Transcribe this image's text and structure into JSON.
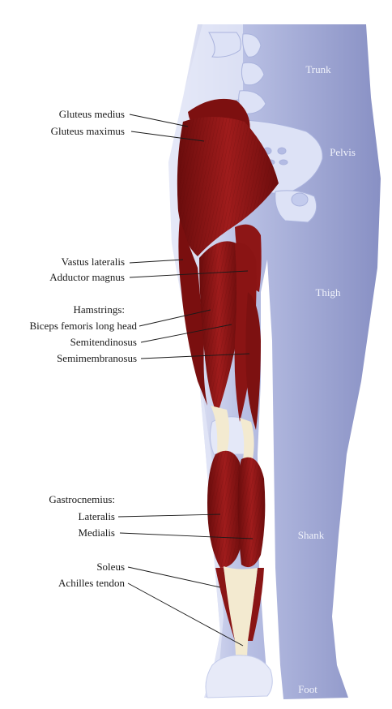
{
  "regions": {
    "trunk": "Trunk",
    "pelvis": "Pelvis",
    "thigh": "Thigh",
    "shank": "Shank",
    "foot": "Foot"
  },
  "labels": {
    "gluteus_medius": "Gluteus medius",
    "gluteus_maximus": "Gluteus maximus",
    "vastus_lateralis": "Vastus lateralis",
    "adductor_magnus": "Adductor magnus",
    "hamstrings": "Hamstrings:",
    "biceps_femoris": "Biceps femoris long head",
    "semitendinosus": "Semitendinosus",
    "semimembranosus": "Semimembranosus",
    "gastrocnemius": "Gastrocnemius:",
    "lateralis": "Lateralis",
    "medialis": "Medialis",
    "soleus": "Soleus",
    "achilles_tendon": "Achilles tendon"
  },
  "colors": {
    "body_fill": "#8e96c8",
    "body_highlight": "#dfe3f6",
    "bone": "#cfd6f1",
    "muscle": "#8c1414",
    "muscle_dark": "#5f0a0a",
    "tendon": "#f3ead0"
  }
}
